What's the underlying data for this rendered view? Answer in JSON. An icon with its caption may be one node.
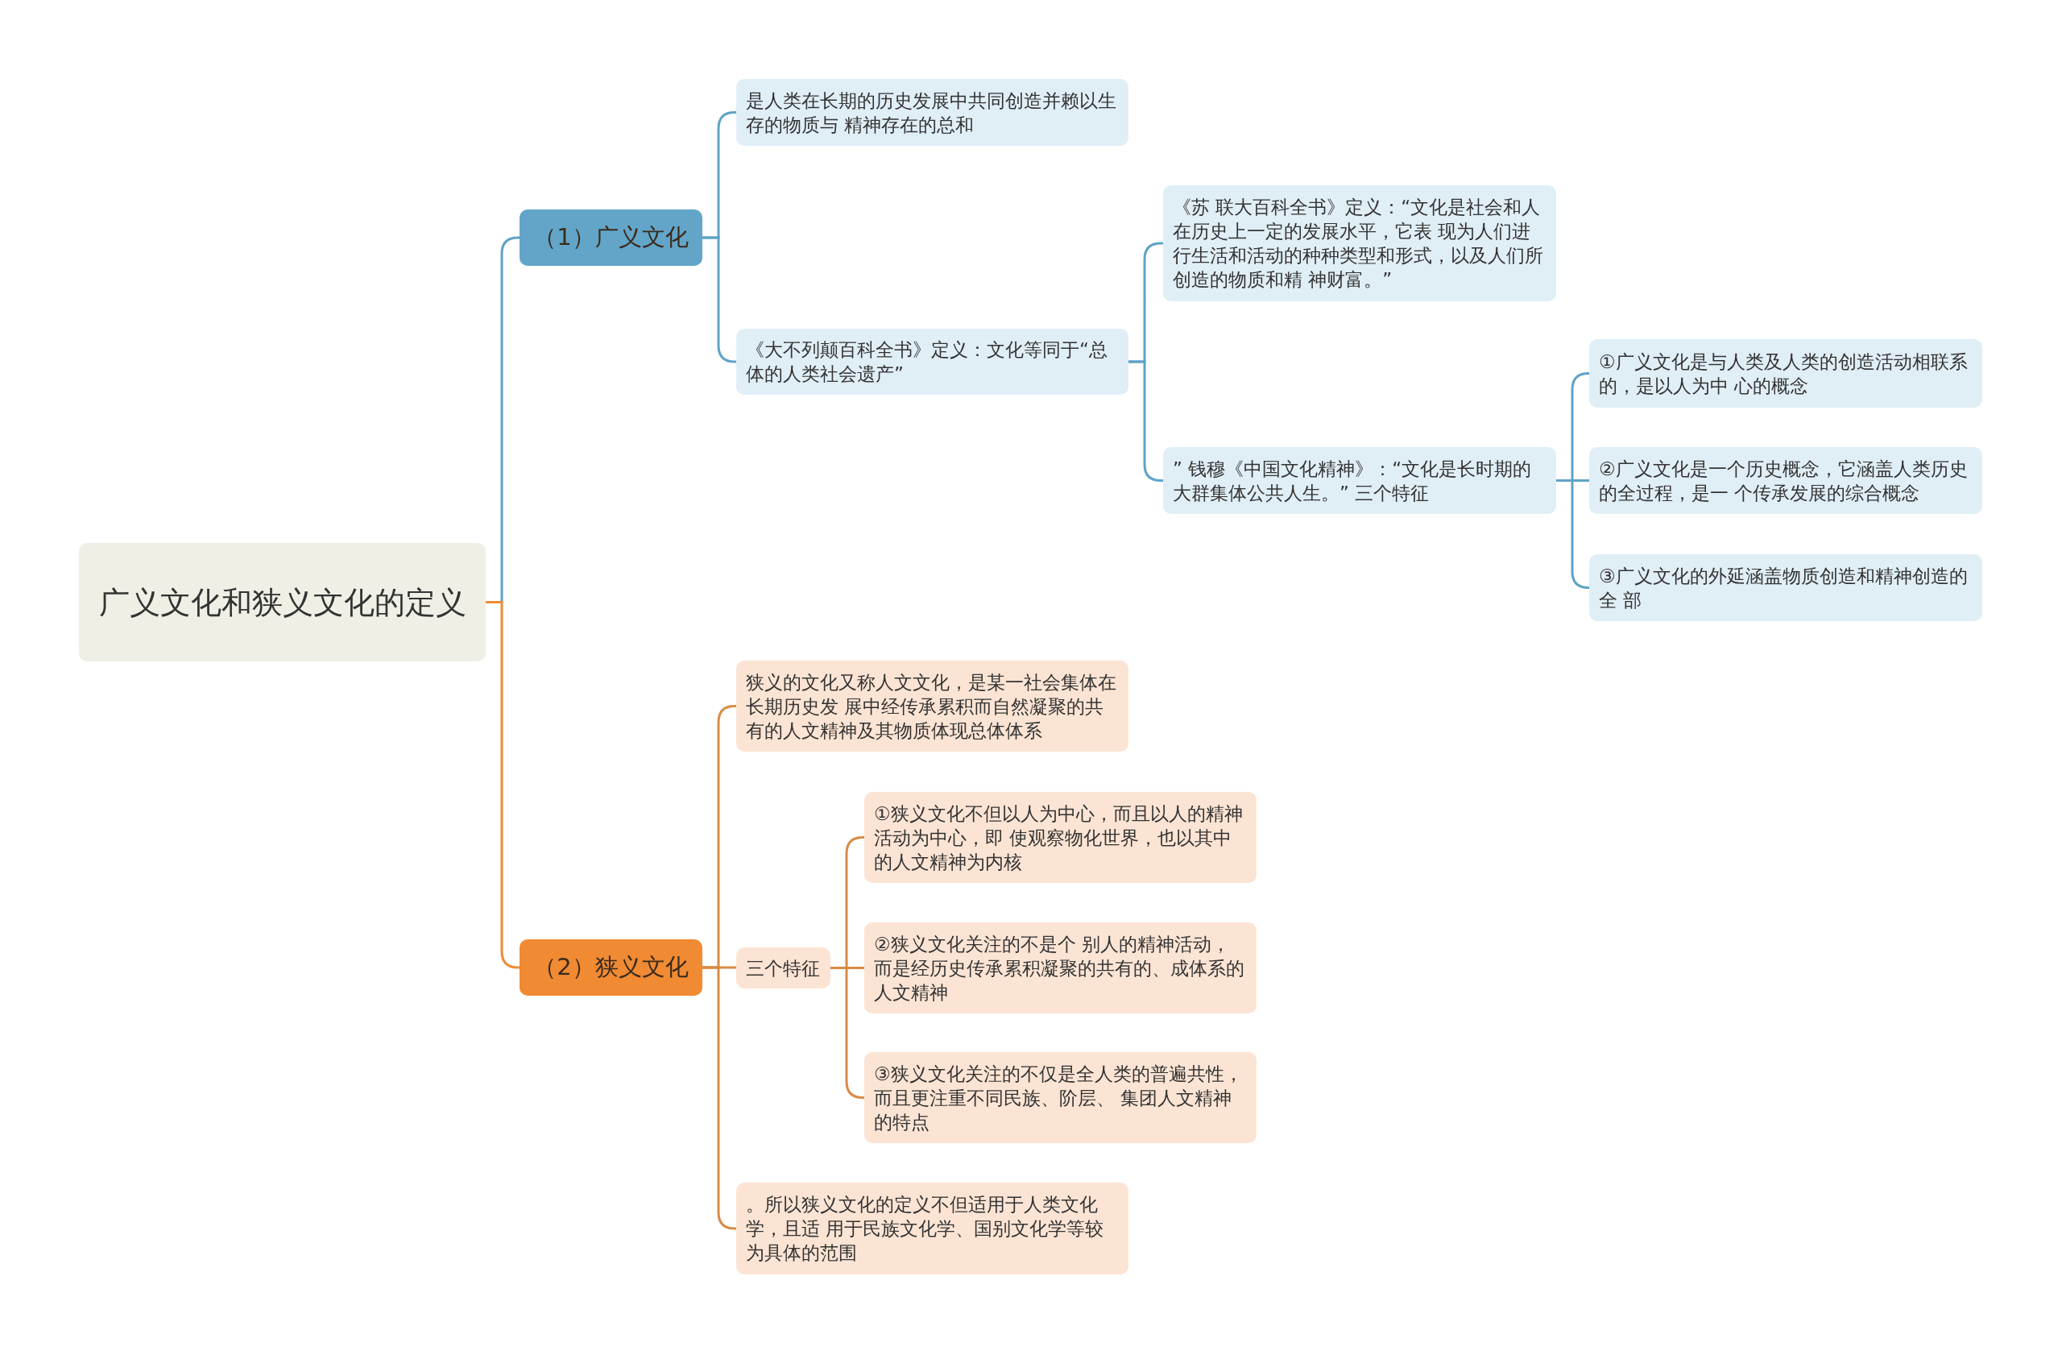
{
  "diagram": {
    "nodes": [
      {
        "text": [
          "广义文化和狭义文化的定义"
        ]
      },
      {
        "text": [
          "（1）广义文化"
        ]
      },
      {
        "text": [
          "是人类在长期的历史发展中共同创造并赖以生存的物质与 精神存在的总和"
        ]
      },
      {
        "text": [
          "《大不列颠百科全书》定义：文化等同于“总体的人类社会遗产”"
        ]
      },
      {
        "text": [
          "《苏 联大百科全书》定义：“文化是社会和人在历史上一定的发展水平，它表 现为人们进行生活和活动的种种类型和形式，以及人们所创造的物质和精 神财富。”"
        ]
      },
      {
        "text": [
          "” 钱穆《中国文化精神》：“文化是长时期的大群集体公共人生。” 三个特征"
        ]
      },
      {
        "text": [
          "①广义文化是与人类及人类的创造活动相联系的，是以人为中 心的概念"
        ]
      },
      {
        "text": [
          "②广义文化是一个历史概念，它涵盖人类历史的全过程，是一 个传承发展的综合概念"
        ]
      },
      {
        "text": [
          "③广义文化的外延涵盖物质创造和精神创造的全 部"
        ]
      },
      {
        "text": [
          "（2）狭义文化"
        ]
      },
      {
        "text": [
          "狭义的文化又称人文文化，是某一社会集体在长期历史发 展中经传承累积而自然凝聚的共有的人文精神及其物质体现总体体系"
        ]
      },
      {
        "text": [
          "三个特征"
        ]
      },
      {
        "text": [
          "①狭义文化不但以人为中心，而且以人的精神活动为中心，即 使观察物化世界，也以其中的人文精神为内核"
        ]
      },
      {
        "text": [
          "②狭义文化关注的不是个 别人的精神活动，而是经历史传承累积凝聚的共有的、成体系的人文精神"
        ]
      },
      {
        "text": [
          "③狭义文化关注的不仅是全人类的普遍共性，而且更注重不同民族、阶层、 集团人文精神的特点"
        ]
      },
      {
        "text": [
          "。所以狭义文化的定义不但适用于人类文化学，且适 用于民族文化学、国别文化学等较为具体的范围"
        ]
      }
    ],
    "edges": [
      {
        "from": 0,
        "to": 1,
        "arrow": "none"
      },
      {
        "from": 0,
        "to": 9,
        "arrow": "none",
        "color": "#ef8b35"
      },
      {
        "from": 1,
        "to": 2,
        "arrow": "none"
      },
      {
        "from": 1,
        "to": 3,
        "arrow": "none"
      },
      {
        "from": 3,
        "to": 4,
        "arrow": "none"
      },
      {
        "from": 3,
        "to": 5,
        "arrow": "none"
      },
      {
        "from": 5,
        "to": 6,
        "arrow": "none"
      },
      {
        "from": 5,
        "to": 7,
        "arrow": "none"
      },
      {
        "from": 5,
        "to": 8,
        "arrow": "none"
      },
      {
        "from": 9,
        "to": 10,
        "arrow": "none",
        "color": "#d98b45"
      },
      {
        "from": 9,
        "to": 11,
        "arrow": "none",
        "color": "#d98b45"
      },
      {
        "from": 11,
        "to": 12,
        "arrow": "none",
        "color": "#d98b45"
      },
      {
        "from": 11,
        "to": 13,
        "arrow": "none",
        "color": "#d98b45"
      },
      {
        "from": 11,
        "to": 14,
        "arrow": "none",
        "color": "#d98b45"
      },
      {
        "from": 9,
        "to": 15,
        "arrow": "none",
        "color": "#d98b45"
      }
    ]
  }
}
